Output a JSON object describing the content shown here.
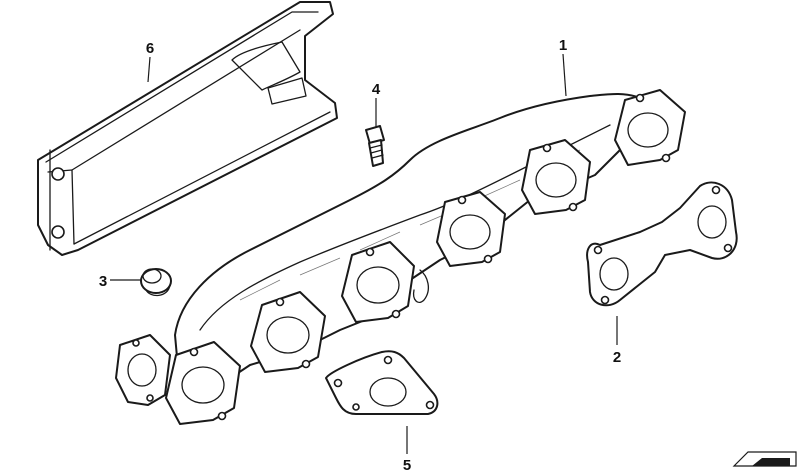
{
  "colors": {
    "line": "#1a1a1a",
    "background": "#ffffff",
    "label": "#111111"
  },
  "callouts": [
    {
      "id": "1",
      "label": "1"
    },
    {
      "id": "2",
      "label": "2"
    },
    {
      "id": "3",
      "label": "3"
    },
    {
      "id": "4",
      "label": "4"
    },
    {
      "id": "5",
      "label": "5"
    },
    {
      "id": "6",
      "label": "6"
    }
  ],
  "icons": {
    "corner_mark": "arrow-tag-icon"
  }
}
